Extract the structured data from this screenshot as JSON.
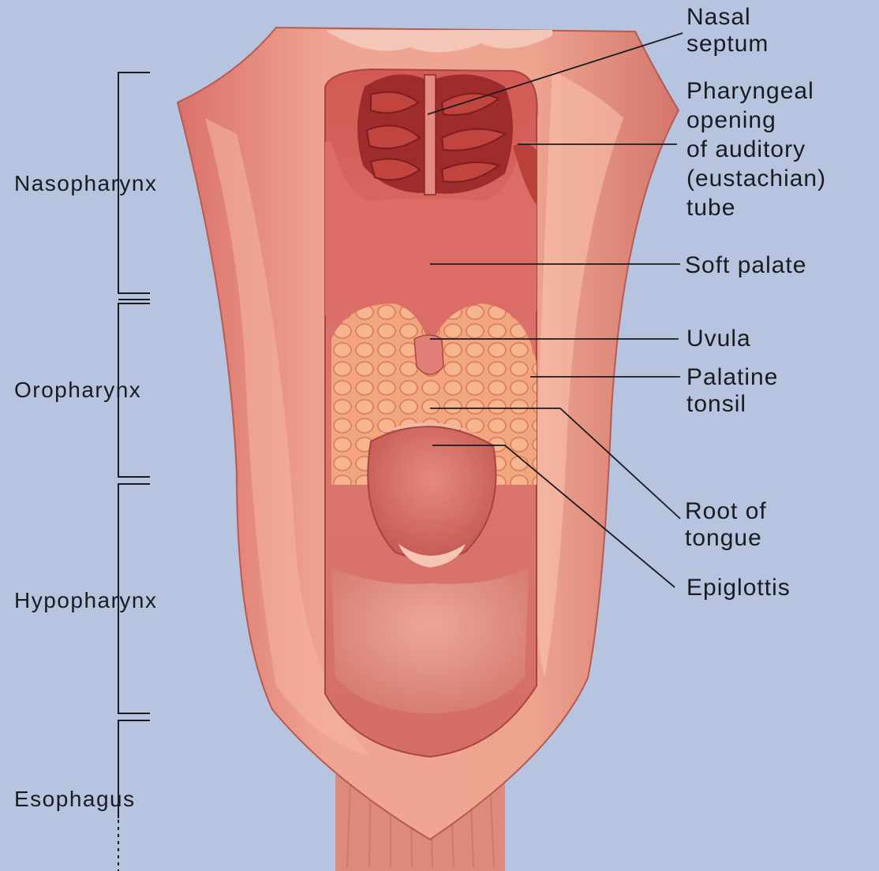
{
  "colors": {
    "background": "#b6c4e0",
    "tissue": "#e99a86",
    "tissue_dark": "#c9524c",
    "tonsil": "#f2a67d",
    "leader_line": "#1b1b1f"
  },
  "regions": [
    {
      "id": "nasopharynx",
      "label": "Nasopharynx"
    },
    {
      "id": "oropharynx",
      "label": "Oropharynx"
    },
    {
      "id": "hypopharynx",
      "label": "Hypopharynx"
    },
    {
      "id": "esophagus",
      "label": "Esophagus"
    }
  ],
  "structures": [
    {
      "id": "nasal-septum",
      "label": "Nasal\nseptum"
    },
    {
      "id": "auditory-tube",
      "label": "Pharyngeal\nopening\nof auditory\n(eustachian)\ntube"
    },
    {
      "id": "soft-palate",
      "label": "Soft palate"
    },
    {
      "id": "uvula",
      "label": "Uvula"
    },
    {
      "id": "palatine-tonsil",
      "label": "Palatine\ntonsil"
    },
    {
      "id": "root-of-tongue",
      "label": "Root of\ntongue"
    },
    {
      "id": "epiglottis",
      "label": "Epiglottis"
    }
  ]
}
